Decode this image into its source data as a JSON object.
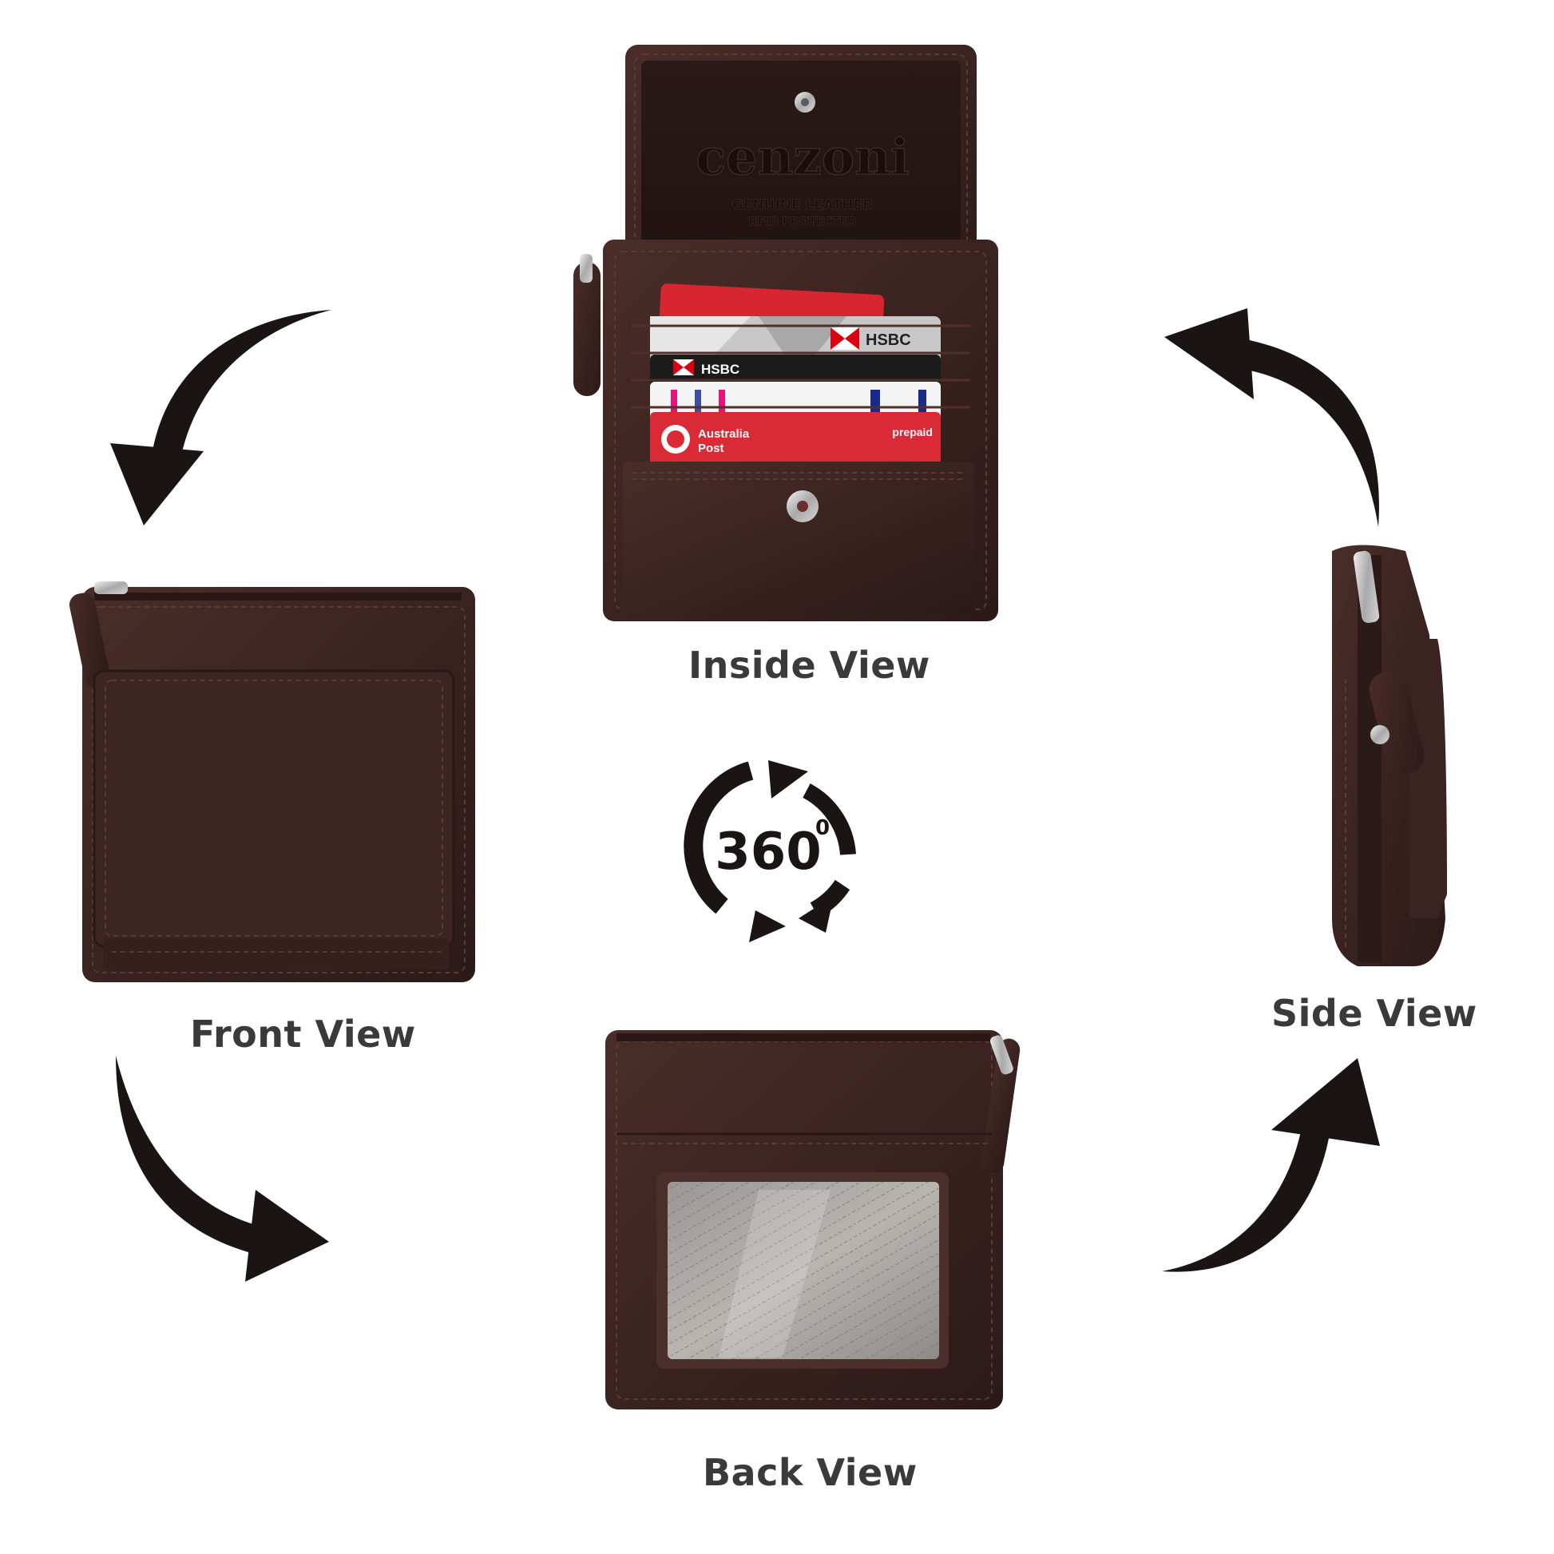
{
  "captions": {
    "inside": "Inside View",
    "front": "Front View",
    "back": "Back View",
    "side": "Side View"
  },
  "badge": {
    "number": "360",
    "degree": "0"
  },
  "brand": {
    "name": "cenzoni",
    "line1": "GENUINE LEATHER",
    "line2": "RFID PROTECTED"
  },
  "cards": {
    "hsbc_front": "HSBC",
    "hsbc_back": "HSBC",
    "auspost_line1": "Australia",
    "auspost_line2": "Post",
    "prepaid": "prepaid"
  },
  "colors": {
    "leather": "#3b2421",
    "leather_dark": "#2a1816",
    "stitch": "#5a3a35",
    "arrow": "#1a1414",
    "caption": "#3a3a3a",
    "card_red": "#d92a35"
  }
}
